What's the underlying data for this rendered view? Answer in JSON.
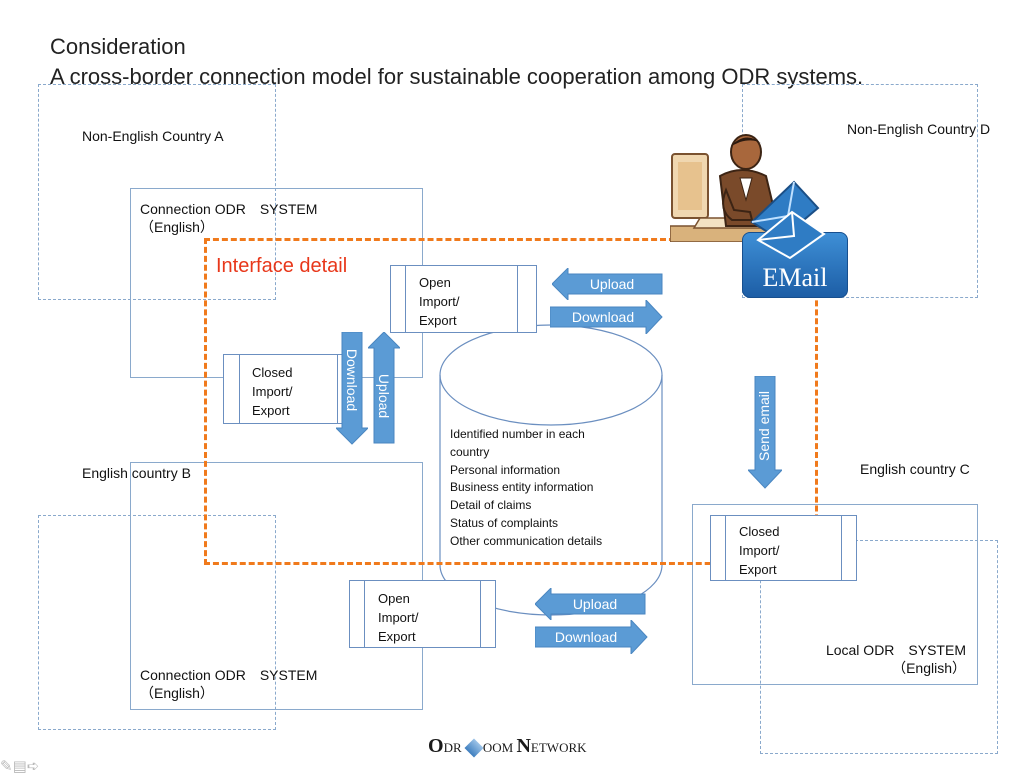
{
  "title": {
    "line1": "Consideration",
    "line2": "A cross-border connection model for sustainable cooperation among ODR systems."
  },
  "regions": {
    "country_a": "Non-English Country A",
    "country_d": "Non-English Country D",
    "country_b": "English country B",
    "country_c": "English country C"
  },
  "systems": {
    "top_left": "Connection ODR　SYSTEM\n（English）",
    "bottom_left": "Connection ODR　SYSTEM\n（English）",
    "right": "Local ODR　SYSTEM\n（English）"
  },
  "interface_label": "Interface detail",
  "boxes": {
    "open_top": "Open\nImport/\nExport",
    "closed_left": "Closed\nImport/\nExport",
    "open_bottom": "Open\nImport/\nExport",
    "closed_right": "Closed\nImport/\nExport"
  },
  "database_items": [
    "Identified number in each",
    "country",
    "Personal information",
    "Business entity information",
    "Detail of claims",
    "Status of complaints",
    "Other communication details"
  ],
  "arrows": {
    "upload": "Upload",
    "download": "Download",
    "send_email": "Send email"
  },
  "email_badge": "EMail",
  "footer": {
    "logo_text": "ODR ROOM NETWORK"
  },
  "colors": {
    "interface_border": "#f07a1c",
    "interface_label": "#e8371a",
    "arrow_fill": "#5b9bd5",
    "box_border": "#6b8fc0"
  }
}
